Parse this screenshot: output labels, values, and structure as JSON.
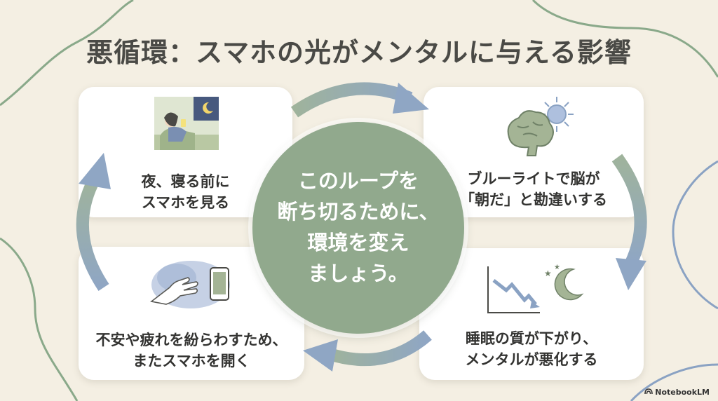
{
  "title": "悪循環：スマホの光がメンタルに与える影響",
  "center": {
    "lines": [
      "このループを",
      "断ち切るために、",
      "環境を変え",
      "ましょう。"
    ]
  },
  "steps": [
    {
      "lines": [
        "夜、寝る前に",
        "スマホを見る"
      ],
      "icon": "person-in-bed-with-phone-icon"
    },
    {
      "lines": [
        "ブルーライトで脳が",
        "「朝だ」と勘違いする"
      ],
      "icon": "brain-with-sun-icon"
    },
    {
      "lines": [
        "睡眠の質が下がり、",
        "メンタルが悪化する"
      ],
      "icon": "declining-chart-with-moon-icon"
    },
    {
      "lines": [
        "不安や疲れを紛らわすため、",
        "またスマホを開く"
      ],
      "icon": "hand-reaching-phone-icon"
    }
  ],
  "brand": "NotebookLM",
  "colors": {
    "background": "#f4efe3",
    "center": "#91a98d",
    "arrow": "#8fa6c4",
    "decor_green": "#8aa98a",
    "decor_blue": "#8aa2c3"
  }
}
